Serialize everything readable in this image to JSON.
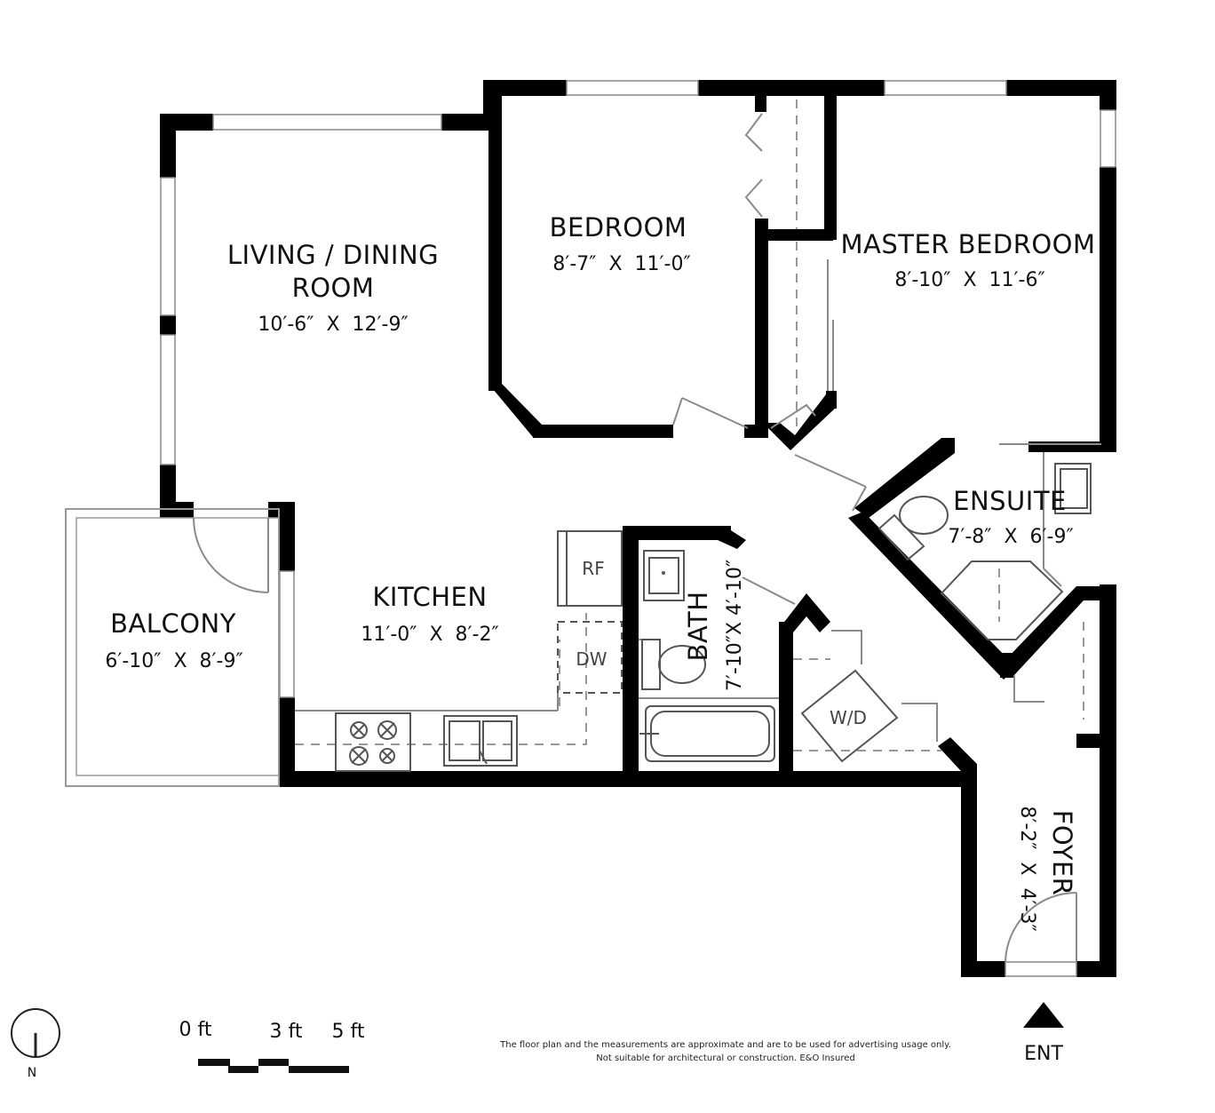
{
  "rooms": {
    "living": {
      "name_line1": "LIVING / DINING",
      "name_line2": "ROOM",
      "dims": "10′-6″  X  12′-9″"
    },
    "bedroom": {
      "name": "BEDROOM",
      "dims": "8′-7″  X  11′-0″"
    },
    "master": {
      "name": "MASTER BEDROOM",
      "dims": "8′-10″  X  11′-6″"
    },
    "ensuite": {
      "name": "ENSUITE",
      "dims": "7′-8″  X  6′-9″"
    },
    "balcony": {
      "name": "BALCONY",
      "dims": "6′-10″  X  8′-9″"
    },
    "kitchen": {
      "name": "KITCHEN",
      "dims": "11′-0″  X  8′-2″"
    },
    "bath": {
      "name": "BATH",
      "dims": "7′-10″X 4′-10″"
    },
    "foyer": {
      "name": "FOYER",
      "dims": "8′-2″  X  4′-3″"
    }
  },
  "appliances": {
    "fridge": "RF",
    "dishwasher": "DW",
    "washer_dryer": "W/D"
  },
  "scale": {
    "label_0": "0 ft",
    "label_3": "3 ft",
    "label_5": "5 ft"
  },
  "compass": {
    "label": "N"
  },
  "entrance": {
    "label": "ENT"
  },
  "disclaimer": {
    "line1": "The floor plan and the measurements are approximate and are to be used for advertising usage only.",
    "line2": "Not suitable for architectural or construction. E&O Insured"
  }
}
